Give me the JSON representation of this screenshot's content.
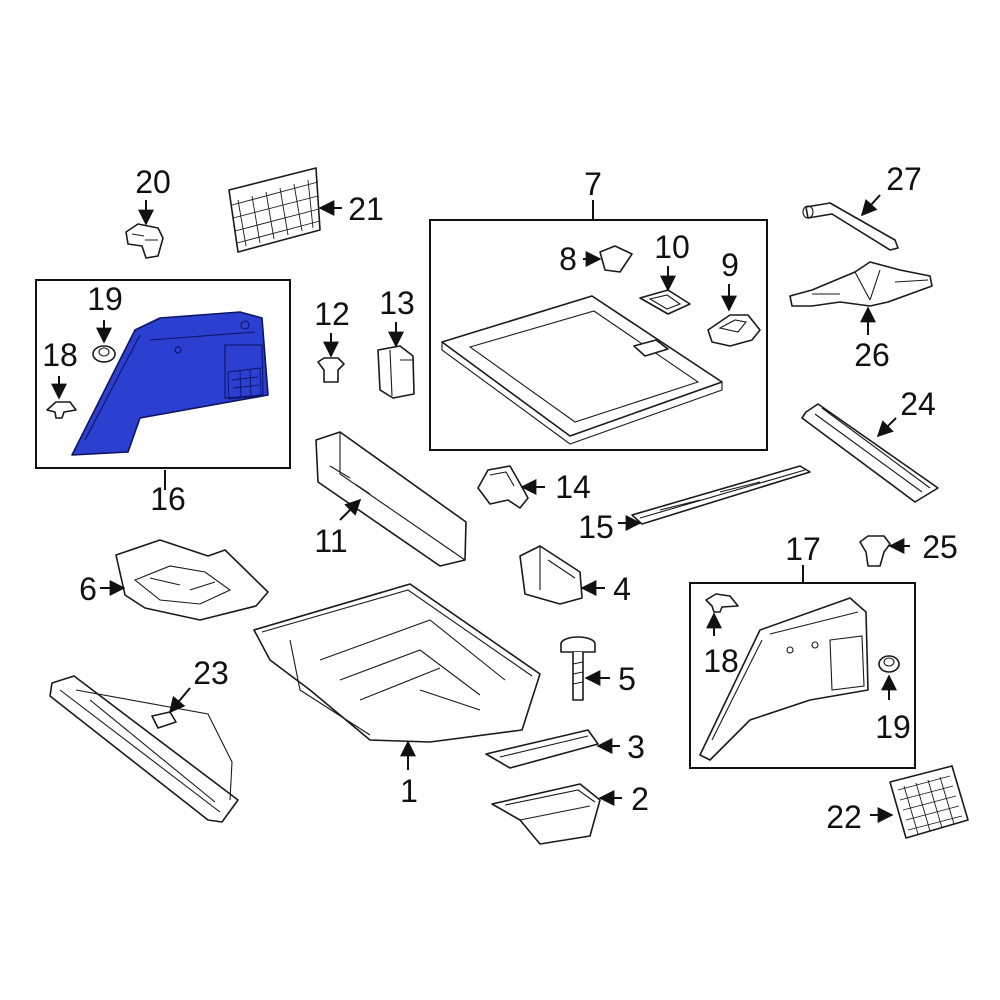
{
  "colors": {
    "highlight": "#2b3fd1",
    "highlight_outline": "#0d1460",
    "line": "#1a1a1a",
    "background": "#ffffff"
  },
  "callouts": {
    "c1": "1",
    "c2": "2",
    "c3": "3",
    "c4": "4",
    "c5": "5",
    "c6": "6",
    "c7": "7",
    "c8": "8",
    "c9": "9",
    "c10": "10",
    "c11": "11",
    "c12": "12",
    "c13": "13",
    "c14": "14",
    "c15": "15",
    "c16": "16",
    "c17": "17",
    "c18a": "18",
    "c18b": "18",
    "c19a": "19",
    "c19b": "19",
    "c20": "20",
    "c21": "21",
    "c22": "22",
    "c23": "23",
    "c24": "24",
    "c25": "25",
    "c26": "26",
    "c27": "27"
  }
}
